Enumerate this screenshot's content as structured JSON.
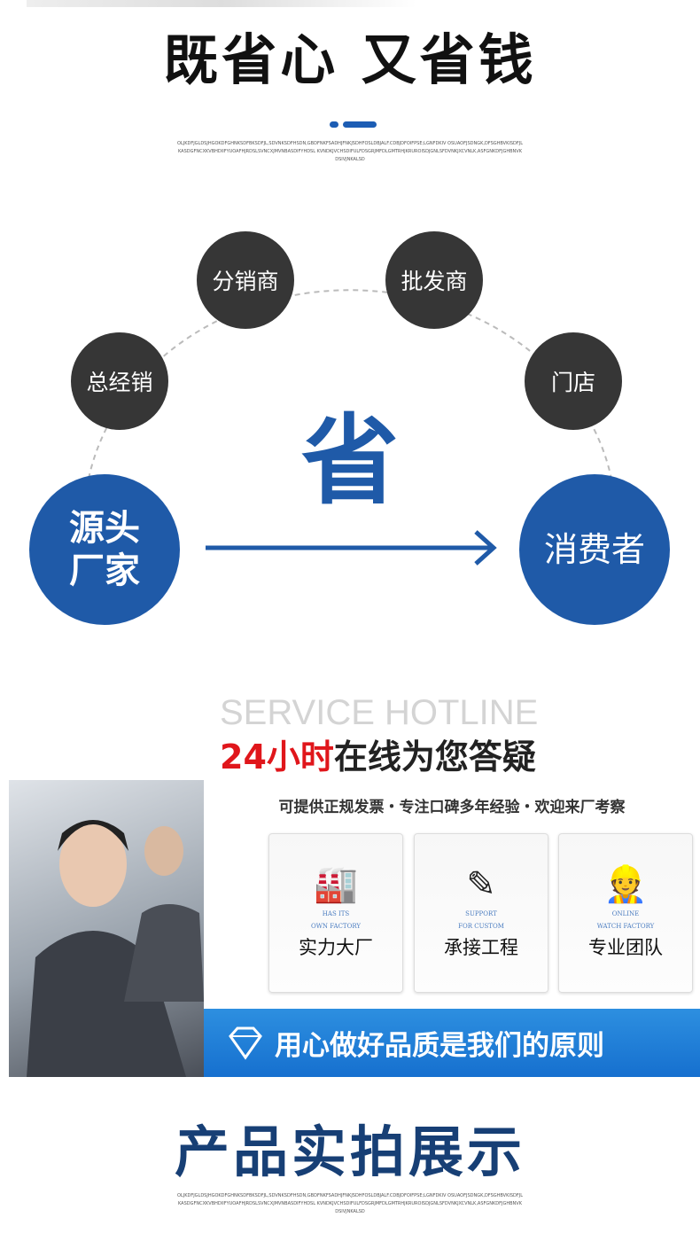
{
  "header": {
    "title": "既省心 又省钱",
    "fine_print": "OLJKDFJGLDSJHGOKDFGHNKSDFBKSDFJL,SDVNKSDFHSDN,GBDFNKFSADHJFNKJSDHFOSLDBJALF.CDBJDFOIFPSE;LGNFDKIV OSUAOFJSDNGK,DFSGHBVKISDFJLKASDGFNCXKVBHDIIFYUOAFHJRDSLSVNCXJMVNBASDIFYHDSL KVNDKJVCHSDIFULFDSGRJMFDLGMTRHJKRUROISDJGNLSFDVNKJXCVNLK,ASFGNKDFJGHBNVKDSIVJNKALSD"
  },
  "flow": {
    "nodes": [
      "总经销",
      "分销商",
      "批发商",
      "门店"
    ],
    "source_line1": "源头",
    "source_line2": "厂家",
    "target": "消费者",
    "center": "省"
  },
  "service": {
    "hotline_en": "SERVICE HOTLINE",
    "hotline_red": "24小时",
    "hotline_rest": "在线为您答疑",
    "subtitle": "可提供正规发票・专注口碑多年经验・欢迎来厂考察",
    "cards": [
      {
        "icon": "factory-icon",
        "en1": "HAS ITS",
        "en2": "OWN FACTORY",
        "zh": "实力大厂"
      },
      {
        "icon": "pencil-ruler-icon",
        "en1": "SUPPORT",
        "en2": "FOR CUSTOM",
        "zh": "承接工程"
      },
      {
        "icon": "worker-icon",
        "en1": "ONLINE",
        "en2": "WATCH FACTORY",
        "zh": "专业团队"
      }
    ],
    "banner": "用心做好品质是我们的原则"
  },
  "footer": {
    "title": "产品实拍展示",
    "fine_print": "OLJKDFJGLDSJHGOKDFGHNKSDFBKSDFJL,SDVNKSDFHSDN,GBDFNKFSADHJFNKJSDHFOSLDBJALF.CDBJDFOIFPSE;LGNFDKIV OSUAOFJSDNGK,DFSGHBVKISDFJLKASDGFNCXKVBHDIIFYUOAFHJRDSLSVNCXJMVNBASDIFYHDSL KVNDKJVCHSDIFULFDSGRJMFDLGMTRHJKRUROISDJGNLSFDVNKJXCVNLK,ASFGNKDFJGHBNVKDSIVJNKALSD"
  },
  "colors": {
    "blue": "#1f5aa8",
    "dark": "#363636",
    "red": "#e0161b"
  }
}
